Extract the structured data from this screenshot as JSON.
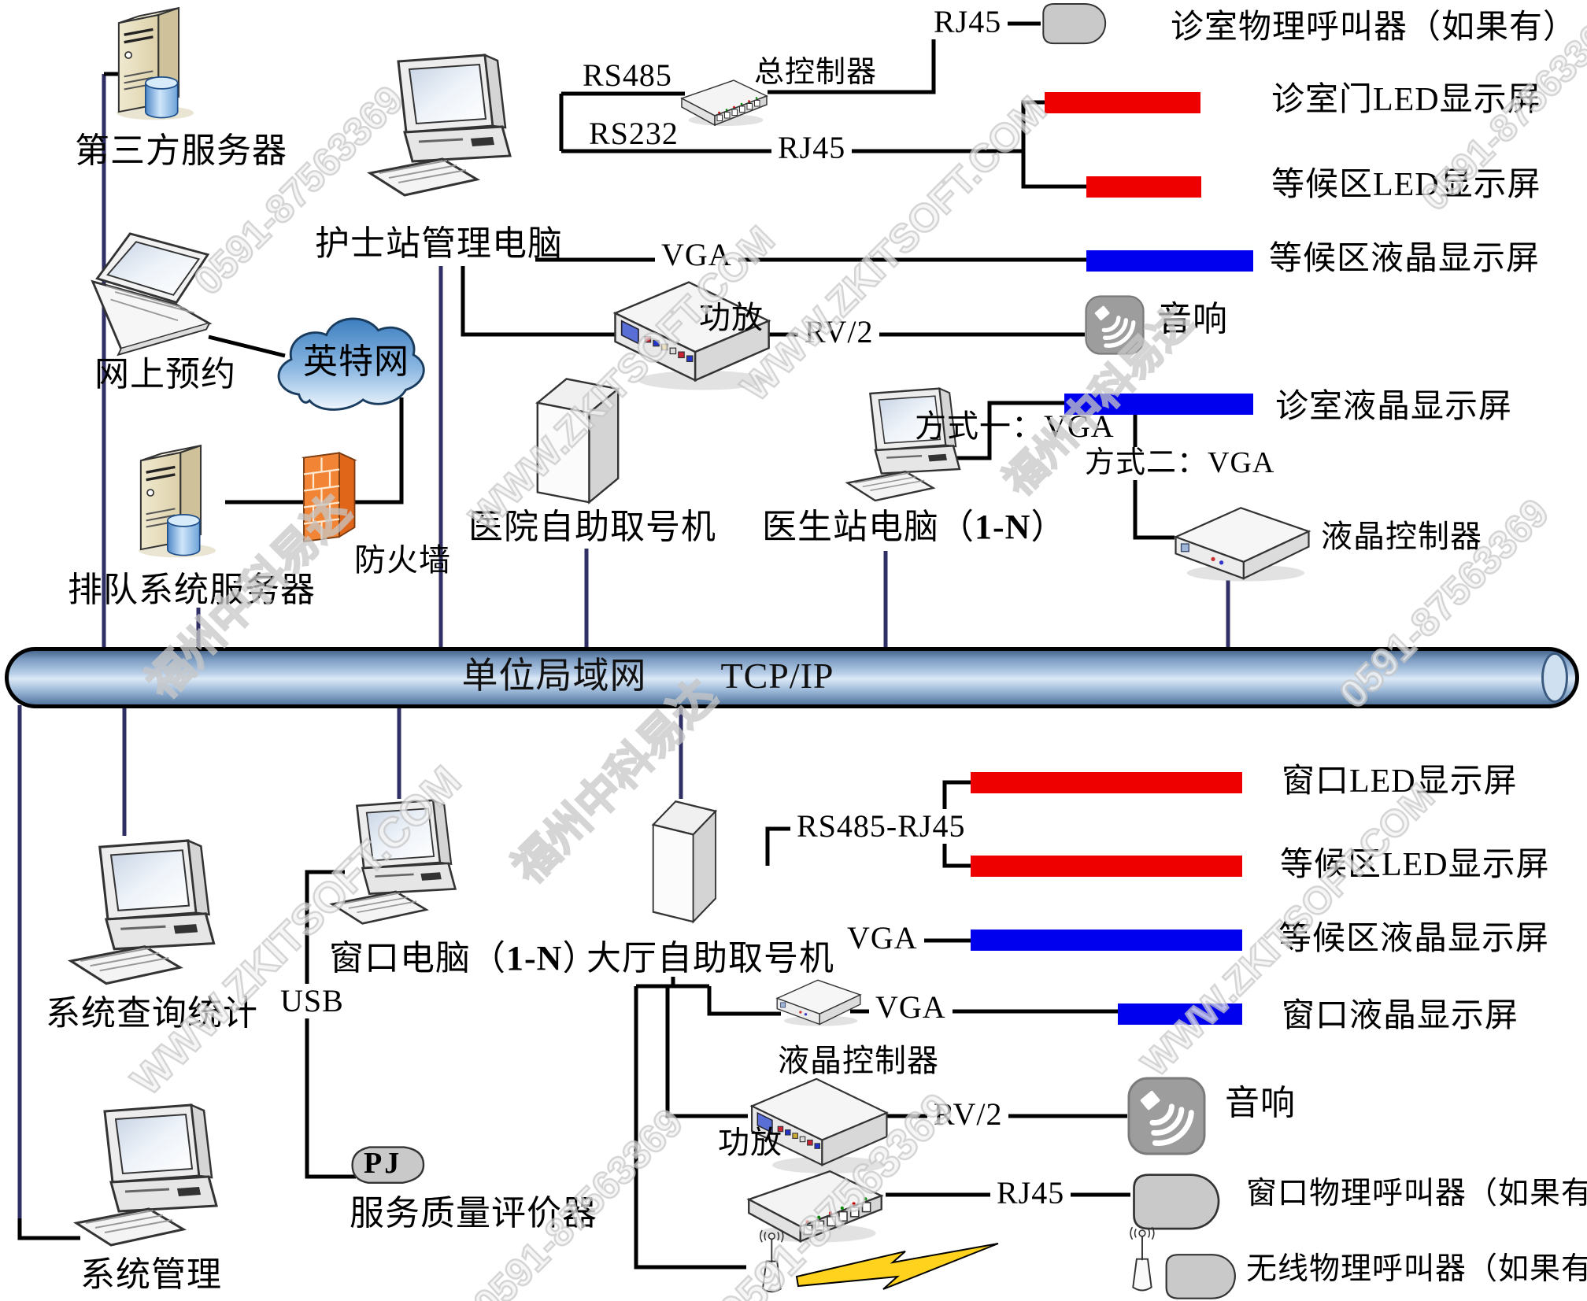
{
  "lan": {
    "label": "单位局域网　　TCP/IP"
  },
  "nodes": {
    "third_party_server": "第三方服务器",
    "nurse_station": "护士站管理电脑",
    "main_controller": "总控制器",
    "room_caller": "诊室物理呼叫器（如果有）",
    "room_door_led": "诊室门LED显示屏",
    "waiting_led_top": "等候区LED显示屏",
    "waiting_lcd_top": "等候区液晶显示屏",
    "amp_top": "功放",
    "speaker_top": "音响",
    "online_booking": "网上预约",
    "internet": "英特网",
    "firewall": "防火墙",
    "queue_server": "排队系统服务器",
    "hospital_kiosk": "医院自助取号机",
    "doctor_pc_prefix": "医生站电脑（",
    "doctor_pc_bold": "1-N",
    "doctor_pc_suffix": "）",
    "room_lcd": "诊室液晶显示屏",
    "lcd_controller_top": "液晶控制器",
    "query_stats": "系统查询统计",
    "window_pc_prefix": "窗口电脑（",
    "window_pc_bold": "1-N",
    "window_pc_suffix": "）",
    "hall_kiosk": "大厅自助取号机",
    "pj_device": "PJ",
    "evaluator": "服务质量评价器",
    "window_led": "窗口LED显示屏",
    "waiting_led_bottom": "等候区LED显示屏",
    "waiting_lcd_bottom": "等候区液晶显示屏",
    "window_lcd": "窗口液晶显示屏",
    "lcd_controller_bottom": "液晶控制器",
    "amp_bottom": "功放",
    "speaker_bottom": "音响",
    "window_caller": "窗口物理呼叫器（如果有）",
    "wireless_caller": "无线物理呼叫器（如果有）",
    "system_mgmt": "系统管理"
  },
  "links": {
    "rs485": "RS485",
    "rs232": "RS232",
    "rj45_top": "RJ45",
    "rj45_mid": "RJ45",
    "vga_top": "VGA",
    "rv2_top": "RV/2",
    "mode1_vga": "方式一：VGA",
    "mode2_vga": "方式二：VGA",
    "usb": "USB",
    "rs485_rj45": "RS485-RJ45",
    "vga_hall": "VGA",
    "vga_window": "VGA",
    "rv2_bottom": "RV/2",
    "rj45_bottom": "RJ45"
  },
  "watermarks": {
    "site": "WWW.ZKITSOFT.COM",
    "phone": "0591-87563369",
    "company": "福州中科易达"
  },
  "colors": {
    "led_screen": "#ee0000",
    "lcd_screen": "#0000ee",
    "lan_drop": "#2f2f66",
    "connector": "#000000",
    "firewall_orange": "#f28436",
    "internet_cloud": "#3d7fc0"
  }
}
